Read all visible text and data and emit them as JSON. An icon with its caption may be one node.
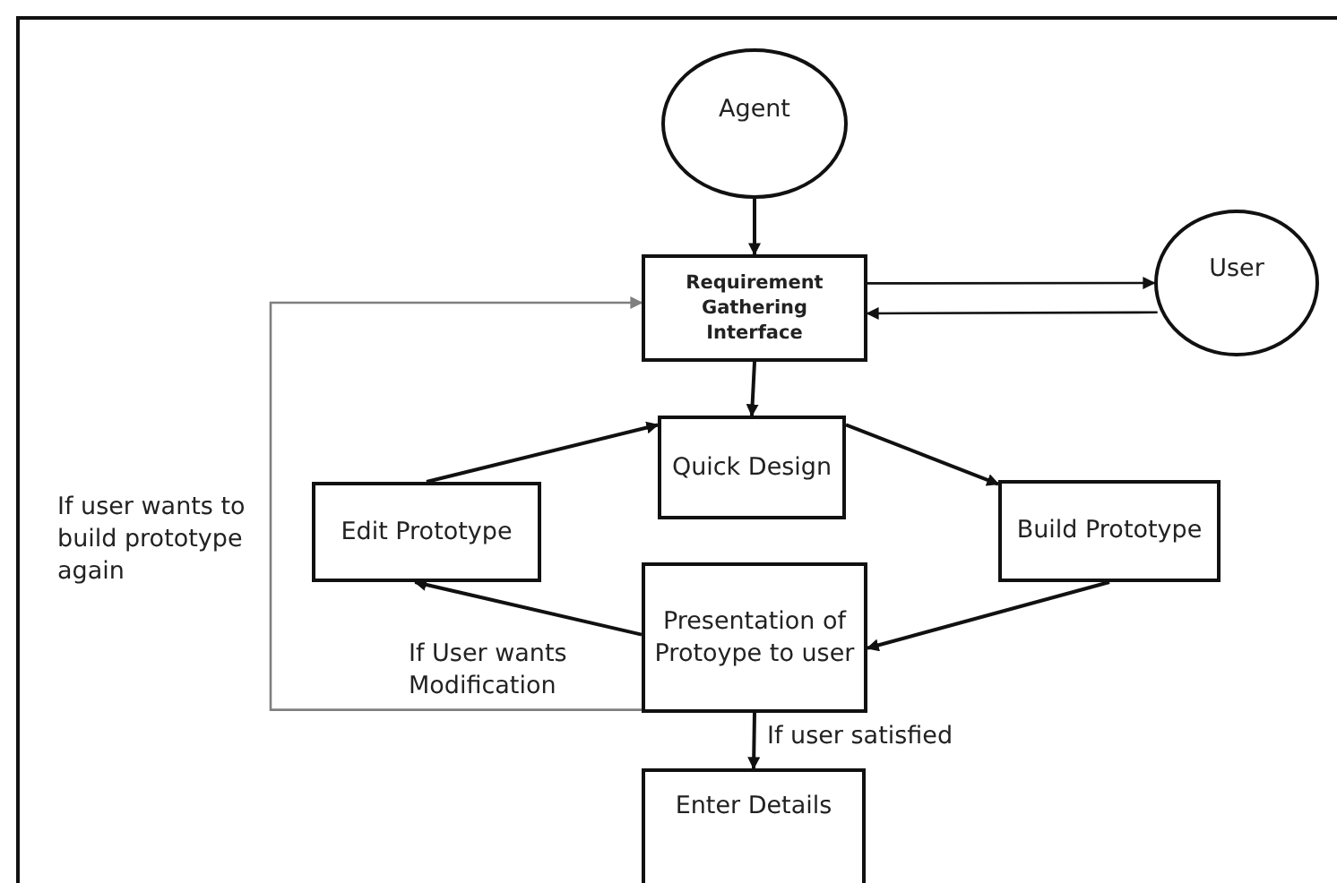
{
  "diagram": {
    "nodes": [
      {
        "text": [
          "Agent"
        ]
      },
      {
        "text": [
          "Requirement Gathering Interface"
        ]
      },
      {
        "text": [
          "User"
        ]
      },
      {
        "text": [
          "Quick Design"
        ]
      },
      {
        "text": [
          "Edit Prototype"
        ]
      },
      {
        "text": [
          "Build Prototype"
        ]
      },
      {
        "text": [
          "Presentation of Protoype to user"
        ]
      },
      {
        "text": [
          "Enter Details"
        ]
      }
    ],
    "edges": [
      {
        "from": 0,
        "to": 1,
        "arrow": "to"
      },
      {
        "from": 1,
        "to": 2,
        "arrow": "to"
      },
      {
        "from": 2,
        "to": 1,
        "arrow": "to"
      },
      {
        "from": 1,
        "to": 3,
        "arrow": "to"
      },
      {
        "from": 4,
        "to": 3,
        "arrow": "to"
      },
      {
        "from": 3,
        "to": 5,
        "arrow": "to"
      },
      {
        "from": 5,
        "to": 6,
        "arrow": "to"
      },
      {
        "from": 6,
        "to": 4,
        "arrow": "to",
        "label": "If User  wants Modification"
      },
      {
        "from": 6,
        "to": 7,
        "arrow": "to",
        "label": "If user satisfied"
      },
      {
        "from": 6,
        "to": 1,
        "arrow": "to",
        "label": "If user wants to build prototype again",
        "color": "#7f7f7f"
      }
    ]
  }
}
